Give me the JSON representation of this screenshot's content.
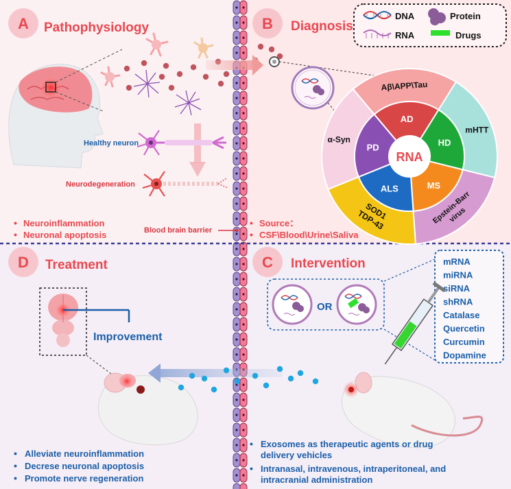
{
  "panels": {
    "a": {
      "letter": "A",
      "title": "Pathophysiology",
      "healthy_label": "Healthy neuron",
      "degen_label": "Neurodegeneration",
      "bullets": [
        "Neuroinflammation",
        "Neuronal apoptosis"
      ]
    },
    "b": {
      "letter": "B",
      "title": "Diagnosis",
      "legend": {
        "dna": "DNA",
        "protein": "Protein",
        "rna": "RNA",
        "drugs": "Drugs"
      },
      "bbb_label": "Blood brain barrier",
      "source_label": "Source：",
      "source_value": "CSF\\Blood\\Urine\\Saliva",
      "wheel": {
        "center": "RNA",
        "inner": [
          "AD",
          "HD",
          "MS",
          "ALS",
          "PD"
        ],
        "outer": [
          "Aβ\\APP\\Tau",
          "mHTT",
          "Epstein-Barr",
          "virus",
          "SOD1",
          "TDP-43",
          "α-Syn"
        ]
      }
    },
    "c": {
      "letter": "C",
      "title": "Intervention",
      "or_label": "OR",
      "cargo": [
        "mRNA",
        "miRNA",
        "siRNA",
        "shRNA",
        "Catalase",
        "Quercetin",
        "Curcumin",
        "Dopamine"
      ],
      "bullets": [
        "Exosomes as therapeutic agents or drug",
        "delivery vehicles",
        "Intranasal, intravenous, intraperitoneal, and",
        "intracranial administration"
      ]
    },
    "d": {
      "letter": "D",
      "title": "Treatment",
      "improvement": "Improvement",
      "bullets": [
        "Alleviate neuroinflammation",
        "Decrese neuronal apoptosis",
        "Promote nerve regeneration"
      ]
    }
  },
  "colors": {
    "red": "#e8484f",
    "blue": "#1b5fa8",
    "wheel_ab": "#f5a3a3",
    "wheel_htt": "#a8e0dc",
    "wheel_eb": "#d69bd0",
    "wheel_sod": "#f5c516",
    "wheel_syn": "#f7d2e3",
    "inner_ad": "#d94646",
    "inner_hd": "#1fa83a",
    "inner_ms": "#f48a1d",
    "inner_als": "#1e6bc4",
    "inner_pd": "#8a4fb3"
  }
}
